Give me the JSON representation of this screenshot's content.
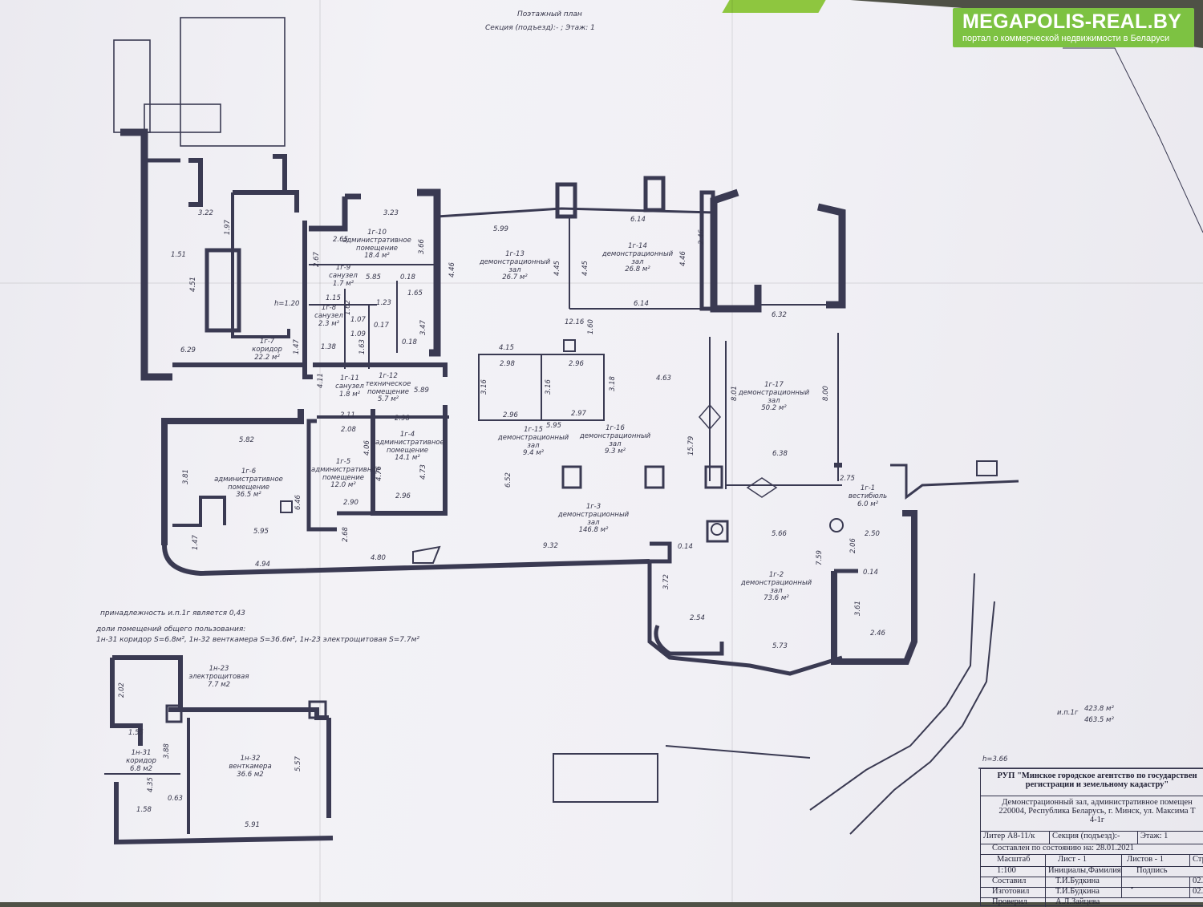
{
  "header": {
    "title": "Поэтажный план",
    "section_floor": "Секция (подъезд):- ; Этаж: 1"
  },
  "logo": {
    "name": "MEGAPOLIS-REAL.BY",
    "tagline": "портал о коммерческой недвижимости в Беларуси"
  },
  "rooms": [
    {
      "id": "1z-10",
      "code": "1г-10",
      "name": "административное помещение",
      "area": "18.4 м²"
    },
    {
      "id": "1z-9",
      "code": "1г-9",
      "name": "санузел",
      "area": "1.7 м²"
    },
    {
      "id": "1z-8",
      "code": "1г-8",
      "name": "санузел",
      "area": "2.3 м²"
    },
    {
      "id": "1z-7",
      "code": "1г-7",
      "name": "коридор",
      "area": "22.2 м²"
    },
    {
      "id": "1z-11",
      "code": "1г-11",
      "name": "санузел",
      "area": "1.8 м²"
    },
    {
      "id": "1z-12",
      "code": "1г-12",
      "name": "техническое помещение",
      "area": "5.7 м²"
    },
    {
      "id": "1z-13",
      "code": "1г-13",
      "name": "демонстрационный зал",
      "area": "26.7 м²"
    },
    {
      "id": "1z-14",
      "code": "1г-14",
      "name": "демонстрационный зал",
      "area": "26.8 м²"
    },
    {
      "id": "1z-6",
      "code": "1г-6",
      "name": "административное помещение",
      "area": "36.5 м²"
    },
    {
      "id": "1z-5",
      "code": "1г-5",
      "name": "административное помещение",
      "area": "12.0 м²"
    },
    {
      "id": "1z-4",
      "code": "1г-4",
      "name": "административное помещение",
      "area": "14.1 м²"
    },
    {
      "id": "1z-15",
      "code": "1г-15",
      "name": "демонстрационный зал",
      "area": "9.4 м²"
    },
    {
      "id": "1z-16",
      "code": "1г-16",
      "name": "демонстрационный зал",
      "area": "9.3 м²"
    },
    {
      "id": "1z-3",
      "code": "1г-3",
      "name": "демонстрационный зал",
      "area": "146.8 м²"
    },
    {
      "id": "1z-17",
      "code": "1г-17",
      "name": "демонстрационный зал",
      "area": "50.2 м²"
    },
    {
      "id": "1z-1",
      "code": "1г-1",
      "name": "вестибюль",
      "area": "6.0 м²"
    },
    {
      "id": "1z-2",
      "code": "1г-2",
      "name": "демонстрационный зал",
      "area": "73.6 м²"
    },
    {
      "id": "1n-23",
      "code": "1н-23",
      "name": "электрощитовая",
      "area": "7.7 м2"
    },
    {
      "id": "1n-31",
      "code": "1н-31",
      "name": "коридор",
      "area": "6.8 м2"
    },
    {
      "id": "1n-32",
      "code": "1н-32",
      "name": "венткамера",
      "area": "36.6 м2"
    }
  ],
  "dims": {
    "d1": "3.22",
    "d2": "1.97",
    "d3": "1.51",
    "d4": "4.51",
    "d5": "6.29",
    "d6": "2.65",
    "d7": "2.67",
    "d8": "3.23",
    "d9": "3.66",
    "d10": "5.99",
    "d11": "4.46",
    "d12": "4.45",
    "d13": "6.14",
    "d14": "2.46",
    "d15": "5.85",
    "d16": "0.18",
    "d17": "1.65",
    "d18": "1.15",
    "d19": "1.23",
    "d20": "1.07",
    "d21": "0.17",
    "d22": "1.09",
    "d23": "1.63",
    "d24": "1.62",
    "d25": "1.38",
    "d26": "1.47",
    "d27": "3.47",
    "d28": "0.18",
    "d29": "12.16",
    "d30": "1.60",
    "d31": "6.14",
    "d32": "6.32",
    "d33": "4.15",
    "d34": "2.98",
    "d35": "2.96",
    "d36": "3.16",
    "d37": "3.16",
    "d38": "3.18",
    "d39": "4.63",
    "d40": "8.01",
    "d41": "8.00",
    "d42": "2.96",
    "d43": "2.97",
    "d44": "5.95",
    "d45": "4.11",
    "d46": "2.11",
    "d47": "5.89",
    "d48": "2.98",
    "d49": "2.08",
    "d50": "4.06",
    "d51": "5.82",
    "d52": "3.81",
    "d53": "6.46",
    "d54": "4.76",
    "d55": "4.73",
    "d56": "2.96",
    "d57": "2.90",
    "d58": "5.95",
    "d59": "15.79",
    "d60": "6.38",
    "d61": "6.52",
    "d62": "2.75",
    "d63": "2.68",
    "d64": "1.47",
    "d65": "4.94",
    "d66": "4.80",
    "d67": "9.32",
    "d68": "0.14",
    "d69": "5.66",
    "d70": "2.50",
    "d71": "2.06",
    "d72": "7.59",
    "d73": "0.14",
    "d74": "3.72",
    "d75": "2.54",
    "d76": "3.61",
    "d77": "2.46",
    "d78": "5.73",
    "d79": "2.02",
    "d80": "1.55",
    "d81": "3.88",
    "d82": "5.57",
    "d83": "4.35",
    "d84": "0.63",
    "d85": "1.58",
    "d86": "5.91",
    "h1": "h=1.20",
    "h2": "h=3.66"
  },
  "notes": {
    "line1": "принадлежность и.п.1г является 0,43",
    "line2": "доли помещений общего пользования:",
    "line3": "1н-31 коридор S=6.8м², 1н-32 венткамера S=36.6м², 1н-23 электрощитовая S=7.7м²"
  },
  "totals": {
    "label": "и.п.1г",
    "value1": "423.8 м²",
    "value2": "463.5 м²"
  },
  "stamp": {
    "org1": "РУП \"Минское городское агентство по государствен",
    "org2": "регистрации и земельному кадастру\"",
    "object": "Демонстрационный зал, административное помещен",
    "address": "220004, Республика Беларусь, г. Минск, ул. Максима Т",
    "unit": "4-1г",
    "liter": "Литер А8-11/к",
    "section": "Секция (подъезд):-",
    "floor": "Этаж: 1",
    "date": "Составлен по состоянию на: 28.01.2021",
    "scale_label": "Масштаб",
    "sheet": "Лист - 1",
    "sheets": "Листов - 1",
    "page": "Стр",
    "scale": "1:100",
    "col_name": "Инициалы,Фамилия",
    "col_sign": "Подпись",
    "r1_role": "Составил",
    "r1_name": "Т.И.Будкина",
    "r1_date": "02.",
    "r2_role": "Изготовил",
    "r2_name": "Т.И.Будкина",
    "r2_date": "02.",
    "r3_role": "Проверил",
    "r3_name": "А.Л.Зайцева"
  },
  "colors": {
    "ink": "#35354a",
    "paper": "#f1f0f5",
    "logo_green": "#7dc242"
  }
}
